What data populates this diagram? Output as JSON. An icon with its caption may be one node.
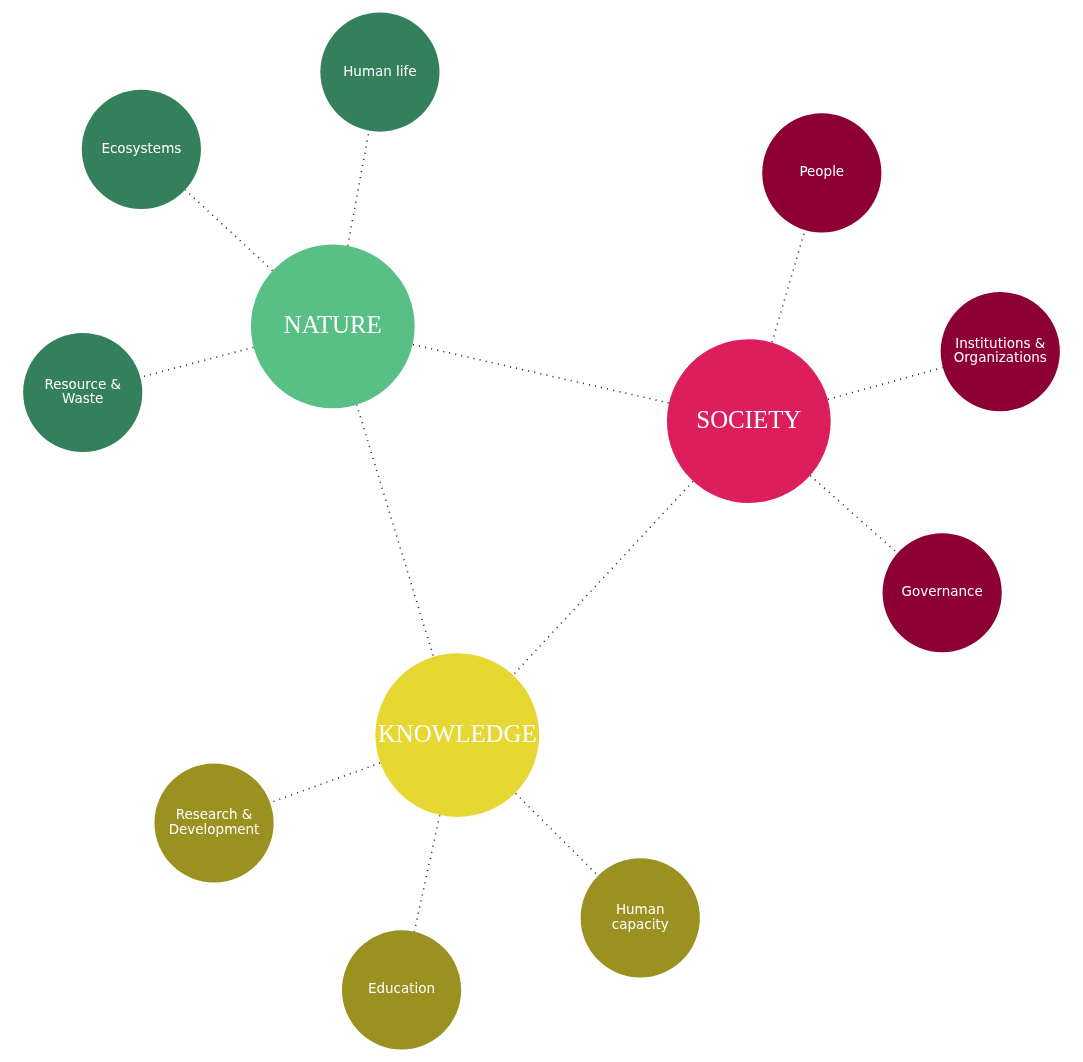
{
  "diagram": {
    "nodes": [
      {
        "text": [
          "NATURE"
        ]
      },
      {
        "text": [
          "Human life"
        ]
      },
      {
        "text": [
          "Resource & Waste"
        ]
      },
      {
        "text": [
          "Ecosystems"
        ]
      },
      {
        "text": [
          "SOCIETY"
        ]
      },
      {
        "text": [
          "People"
        ]
      },
      {
        "text": [
          "Governance"
        ]
      },
      {
        "text": [
          "Institutions & Organizations"
        ]
      },
      {
        "text": [
          "KNOWLEDGE"
        ]
      },
      {
        "text": [
          "Human capacity"
        ]
      },
      {
        "text": [
          "Education"
        ]
      },
      {
        "text": [
          "Research & Development"
        ]
      }
    ],
    "edges": [
      {
        "from": 0,
        "to": 1,
        "arrow": "none"
      },
      {
        "from": 0,
        "to": 2,
        "arrow": "none"
      },
      {
        "from": 0,
        "to": 3,
        "arrow": "none"
      },
      {
        "from": 0,
        "to": 4,
        "arrow": "none"
      },
      {
        "from": 0,
        "to": 8,
        "arrow": "none"
      },
      {
        "from": 4,
        "to": 8,
        "arrow": "none"
      },
      {
        "from": 4,
        "to": 5,
        "arrow": "none"
      },
      {
        "from": 4,
        "to": 6,
        "arrow": "none"
      },
      {
        "from": 4,
        "to": 7,
        "arrow": "none"
      },
      {
        "from": 8,
        "to": 9,
        "arrow": "none"
      },
      {
        "from": 8,
        "to": 10,
        "arrow": "none"
      },
      {
        "from": 8,
        "to": 11,
        "arrow": "none"
      }
    ]
  }
}
